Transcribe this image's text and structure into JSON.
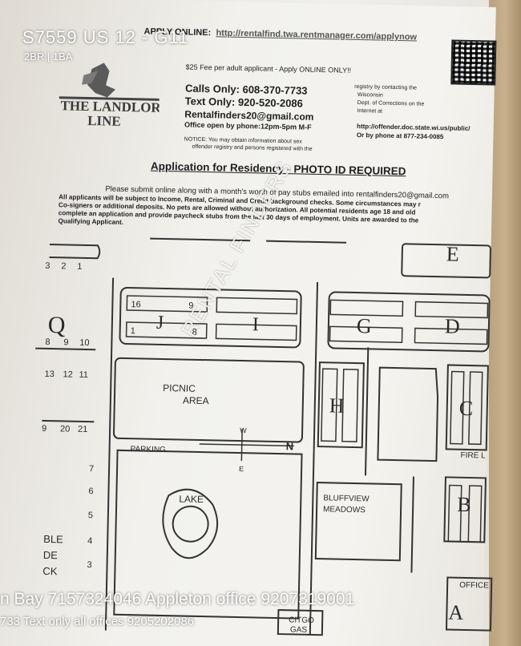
{
  "listing": {
    "address": "S7559 US 12 - G11",
    "specs": "2BR | 1BA"
  },
  "header": {
    "apply_label": "APPLY ONLINE:",
    "apply_url": "http://rentalfind.twa.rentmanager.com/applynow",
    "fee": "$25 Fee per adult applicant - Apply ONLINE ONLY!!",
    "calls": "Calls Only: 608-370-7733",
    "text": "Text Only: 920-520-2086",
    "email": "Rentalfinders20@gmail.com",
    "office_hours": "Office open by phone:12pm-5pm M-F",
    "notice_line1": "NOTICE: You may obtain information about sex",
    "notice_line2": "offender registry and persons registered with the",
    "registry_line1": "registry by contacting the",
    "registry_line2": "Wisconsin",
    "registry_line3": "Dept. of Corrections on the",
    "registry_line4": "Internet at",
    "registry_url": "http://offender.doc.state.wi.us/public/",
    "registry_phone": "Or by phone at 877-234-0085"
  },
  "logo": {
    "line1": "THE LANDLORD",
    "line2": "LINE"
  },
  "document": {
    "title": "Application for Residency - PHOTO ID REQUIRED",
    "intro": "Please submit online along with a month's worth of pay stubs emailed into rentalfinders20@gmail.com",
    "p1": "All applicants will be subject to Income, Rental, Criminal and Credit background checks.  Some circumstances may r",
    "p2": "Co-signers or additional deposits.  No pets are allowed without authorization.  All potential residents age 18 and old",
    "p3": "complete an application and provide paycheck stubs from the last 30 days of employment. Units are awarded to the",
    "p4": "Qualifying Applicant."
  },
  "map": {
    "labels": {
      "picnic": "PICNIC",
      "area": "AREA",
      "parking": "PARKING",
      "lake": "LAKE",
      "bluffview": "BLUFFVIEW",
      "meadows": "MEADOWS",
      "office": "OFFICE",
      "citgo": "CITGO",
      "gas": "GAS",
      "fire": "FIRE L",
      "compass_n": "N",
      "compass_w": "W",
      "compass_e": "E"
    },
    "buildings": [
      "J",
      "I",
      "G",
      "D",
      "E",
      "H",
      "C",
      "B",
      "A",
      "Q"
    ],
    "unit_numbers": [
      "16",
      "9",
      "1",
      "8"
    ],
    "left_numbers": [
      "3",
      "2",
      "1",
      "8",
      "9",
      "10",
      "13",
      "12",
      "11",
      "9",
      "20",
      "21",
      "7",
      "6",
      "5",
      "4",
      "3"
    ],
    "left_fragments": [
      "BLE",
      "DE",
      "CK"
    ]
  },
  "footer": {
    "overlay_line1": "n Bay 7157324046 Appleton office 9207319001",
    "overlay_line2": "733 Text only all offices 9205202086"
  },
  "watermark": "RENTAL FINDERS"
}
